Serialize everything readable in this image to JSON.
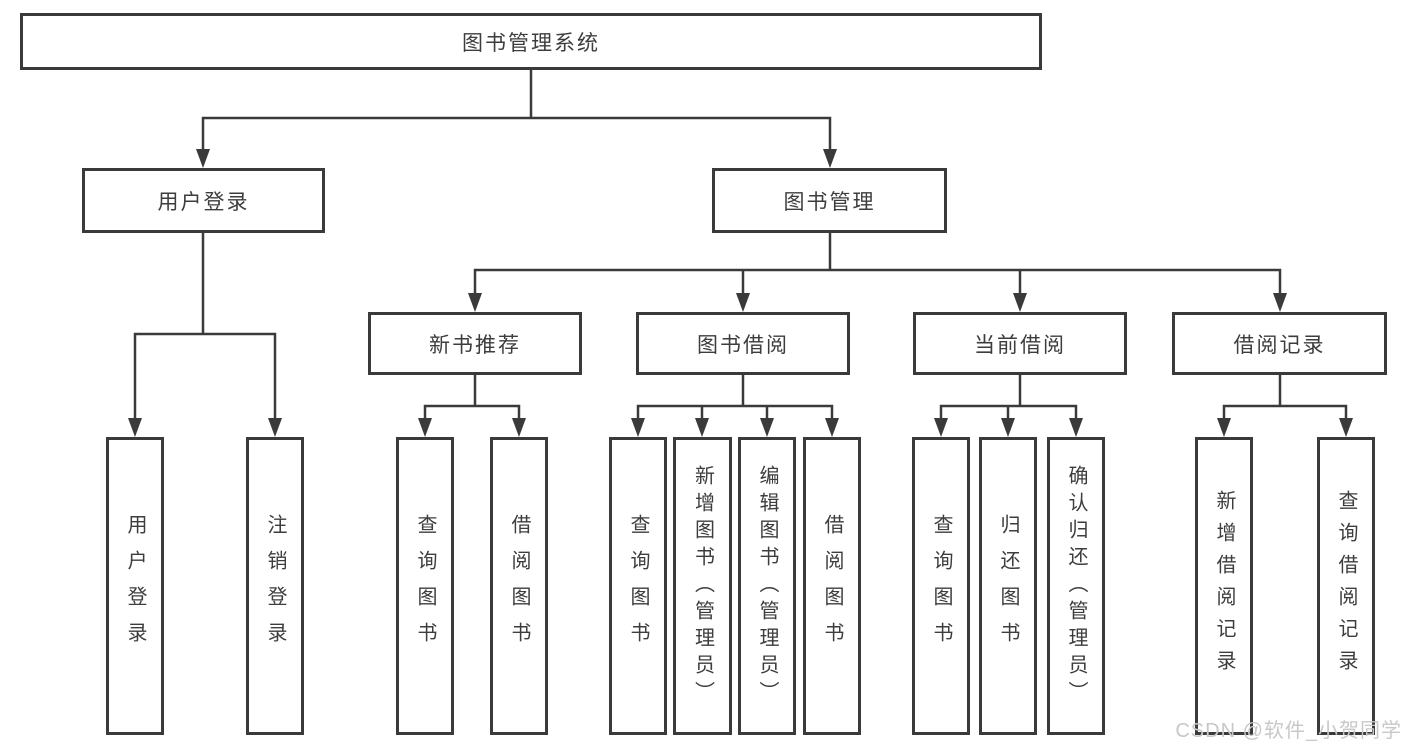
{
  "diagram": {
    "root": "图书管理系统",
    "level2": {
      "user_login": "用户登录",
      "book_mgmt": "图书管理"
    },
    "level3": {
      "new_books": "新书推荐",
      "borrowing": "图书借阅",
      "current": "当前借阅",
      "records": "借阅记录"
    },
    "leaves": {
      "user_login_1": "用户登录",
      "user_login_2": "注销登录",
      "new_books_1": "查询图书",
      "new_books_2": "借阅图书",
      "borrowing_1": "查询图书",
      "borrowing_2": "新增图书（管理员）",
      "borrowing_3": "编辑图书（管理员）",
      "borrowing_4": "借阅图书",
      "current_1": "查询图书",
      "current_2": "归还图书",
      "current_3": "确认归还（管理员）",
      "records_1": "新增借阅记录",
      "records_2": "查询借阅记录"
    }
  },
  "colors": {
    "line": "#3a3a3a",
    "text": "#3d3d3d",
    "box_background": "#ffffff",
    "watermark": "#c8c8c8"
  },
  "watermark": {
    "text": "CSDN @软件_小贺同学"
  }
}
